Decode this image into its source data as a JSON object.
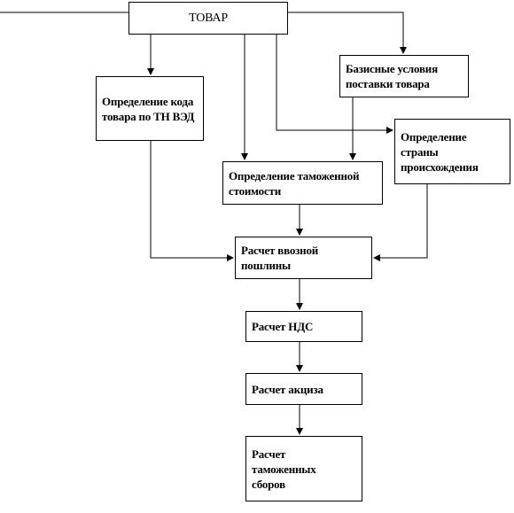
{
  "diagram": {
    "type": "flowchart",
    "nodes": {
      "tovar": "ТОВАР",
      "bazis": "Базисные условия поставки товара",
      "kod": "Определение кода товара по ТН ВЭД",
      "strana": "Определение страны происхождения",
      "stoimost": "Определение таможенной стоимости",
      "poshlina": "Расчет ввозной пошлины",
      "nds": "Расчет НДС",
      "akciz": "Расчет акциза",
      "sbory": "Расчет таможенных сборов"
    },
    "edges": [
      [
        "tovar",
        "kod"
      ],
      [
        "tovar",
        "stoimost"
      ],
      [
        "tovar",
        "strana"
      ],
      [
        "tovar",
        "bazis"
      ],
      [
        "bazis",
        "stoimost"
      ],
      [
        "kod",
        "poshlina"
      ],
      [
        "stoimost",
        "poshlina"
      ],
      [
        "strana",
        "poshlina"
      ],
      [
        "poshlina",
        "nds"
      ],
      [
        "nds",
        "akciz"
      ],
      [
        "akciz",
        "sbory"
      ]
    ]
  }
}
